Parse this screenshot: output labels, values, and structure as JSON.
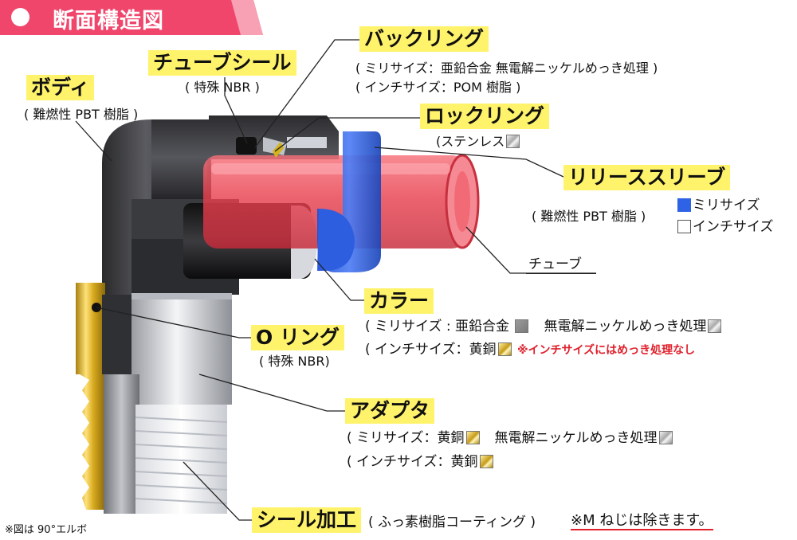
{
  "header": {
    "title": "断面構造図"
  },
  "labels": {
    "body": {
      "name": "ボディ",
      "material": "( 難燃性 PBT 樹脂 )"
    },
    "tube_seal": {
      "name": "チューブシール",
      "material": "( 特殊 NBR )"
    },
    "back_ring": {
      "name": "バックリング",
      "mm": "( ミリサイズ：亜鉛合金 無電解ニッケルめっき処理 )",
      "inch": "( インチサイズ：POM 樹脂 )"
    },
    "lock_ring": {
      "name": "ロックリング",
      "material": "(ステンレス"
    },
    "release_sleeve": {
      "name": "リリーススリーブ",
      "material": "( 難燃性 PBT 樹脂 )",
      "mm": "ミリサイズ",
      "inch": "インチサイズ"
    },
    "tube": {
      "name": "チューブ"
    },
    "collar": {
      "name": "カラー",
      "mm": "( ミリサイズ : 亜鉛合金",
      "mm_plating": "無電解ニッケルめっき処理",
      "inch": "( インチサイズ：黄銅",
      "inch_note": "※インチサイズにはめっき処理なし"
    },
    "o_ring": {
      "name": "O リング",
      "material": "( 特殊 NBR)"
    },
    "adapter": {
      "name": "アダプタ",
      "mm": "( ミリサイズ：黄銅",
      "mm_plating": "無電解ニッケルめっき処理",
      "inch": "( インチサイズ：黄銅"
    },
    "seal": {
      "name": "シール加工",
      "material": "( ふっ素樹脂コーティング )",
      "note": "※M ねじは除きます。"
    }
  },
  "footnote": "※図は 90°エルボ",
  "colors": {
    "banner": "#f0466c",
    "highlight": "#fff36b",
    "tube": "#f0505a",
    "sleeve": "#2e63e6",
    "note": "#e0202c"
  }
}
